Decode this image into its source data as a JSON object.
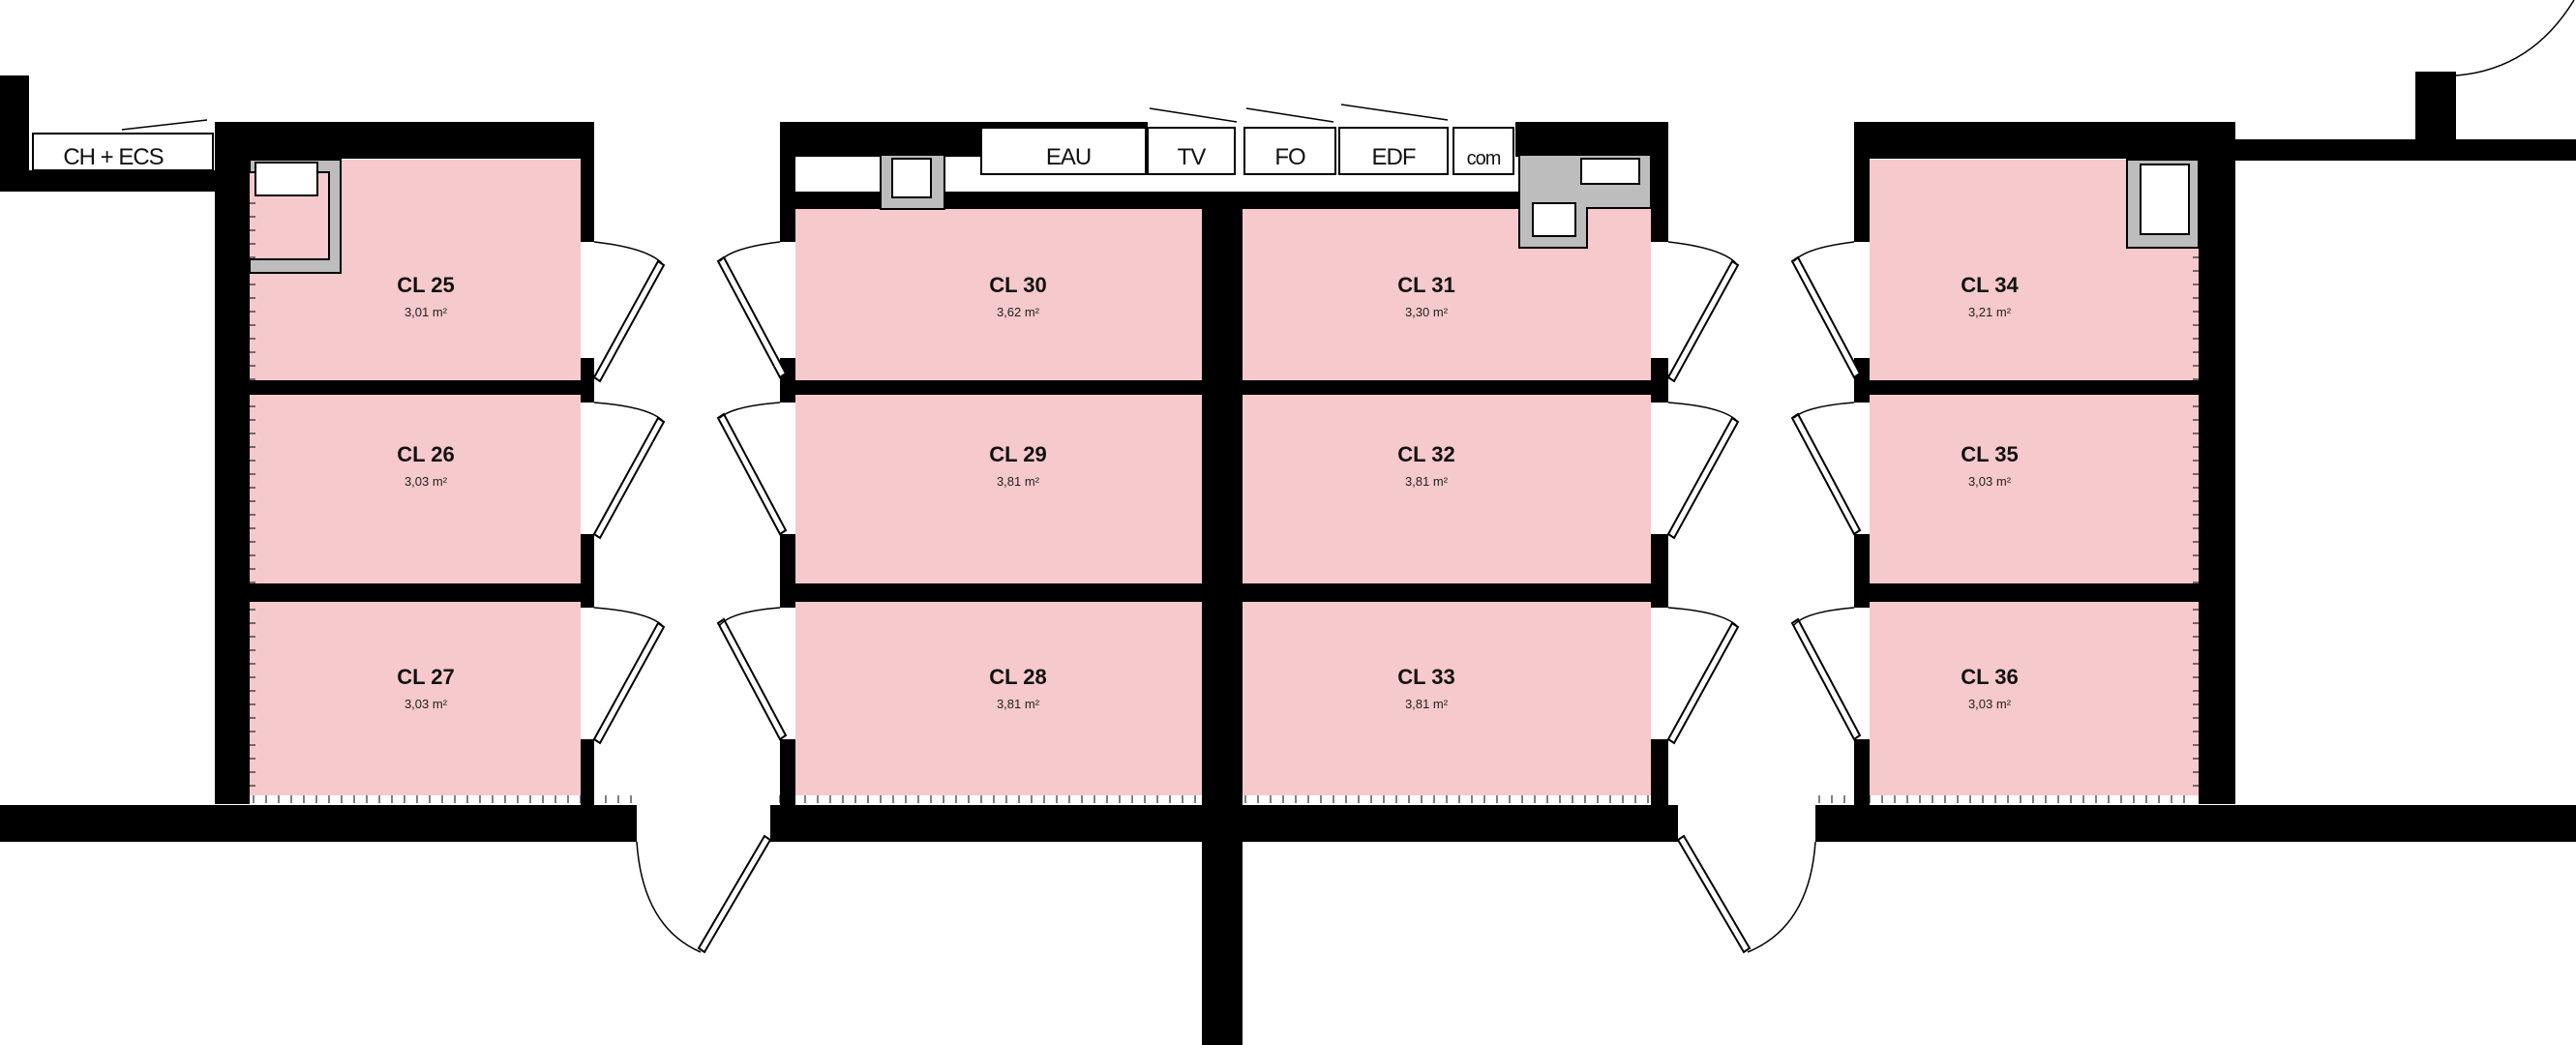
{
  "plan": {
    "area_unit": "m²",
    "rooms": [
      {
        "id": "cl25",
        "name": "CL 25",
        "area": "3,01 m²"
      },
      {
        "id": "cl26",
        "name": "CL 26",
        "area": "3,03 m²"
      },
      {
        "id": "cl27",
        "name": "CL 27",
        "area": "3,03 m²"
      },
      {
        "id": "cl30",
        "name": "CL 30",
        "area": "3,62 m²"
      },
      {
        "id": "cl29",
        "name": "CL 29",
        "area": "3,81 m²"
      },
      {
        "id": "cl28",
        "name": "CL 28",
        "area": "3,81 m²"
      },
      {
        "id": "cl31",
        "name": "CL 31",
        "area": "3,30 m²"
      },
      {
        "id": "cl32",
        "name": "CL 32",
        "area": "3,81 m²"
      },
      {
        "id": "cl33",
        "name": "CL 33",
        "area": "3,81 m²"
      },
      {
        "id": "cl34",
        "name": "CL 34",
        "area": "3,21 m²"
      },
      {
        "id": "cl35",
        "name": "CL 35",
        "area": "3,03 m²"
      },
      {
        "id": "cl36",
        "name": "CL 36",
        "area": "3,03 m²"
      }
    ],
    "networks": {
      "ch_ecs": "CH + ECS",
      "eau": "EAU",
      "tv": "TV",
      "fo": "FO",
      "edf": "EDF",
      "com": "com"
    },
    "colors": {
      "room_fill": "#f6c9cc",
      "walls": "#000000",
      "shaft_grey": "#bdbdbd"
    }
  }
}
